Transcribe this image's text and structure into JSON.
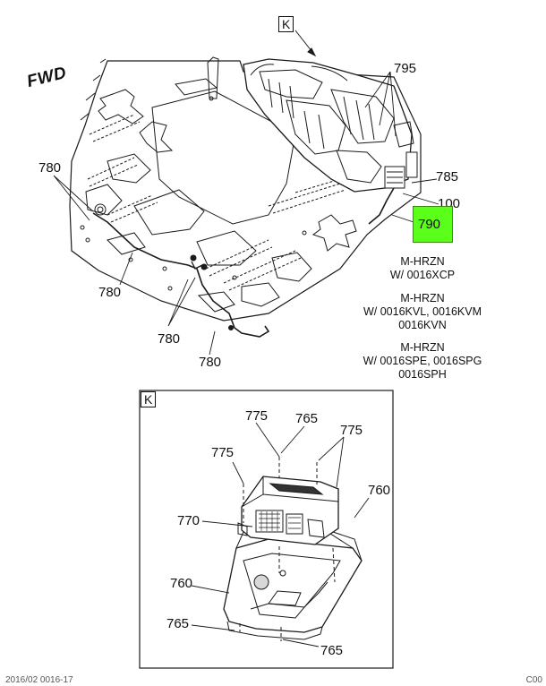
{
  "view_k_tag": "K",
  "detail_k_tag": "K",
  "fwd_label": "FWD",
  "callouts": {
    "c795": "795",
    "c785": "785",
    "c100": "100",
    "c790": "790",
    "c780_a": "780",
    "c780_b": "780",
    "c780_c": "780",
    "c780_d": "780",
    "c775_a": "775",
    "c765_a": "765",
    "c775_b": "775",
    "c775_c": "775",
    "c760_a": "760",
    "c770": "770",
    "c760_b": "760",
    "c765_b": "765",
    "c765_c": "765"
  },
  "notes": [
    [
      "M-HRZN",
      "W/ 0016XCP"
    ],
    [
      "M-HRZN",
      "W/ 0016KVL, 0016KVM",
      "0016KVN"
    ],
    [
      "M-HRZN",
      "W/ 0016SPE, 0016SPG",
      "0016SPH"
    ]
  ],
  "highlight_color": "#5aff1a",
  "footer_left": "2016/02 0016-17",
  "footer_right": "C00"
}
